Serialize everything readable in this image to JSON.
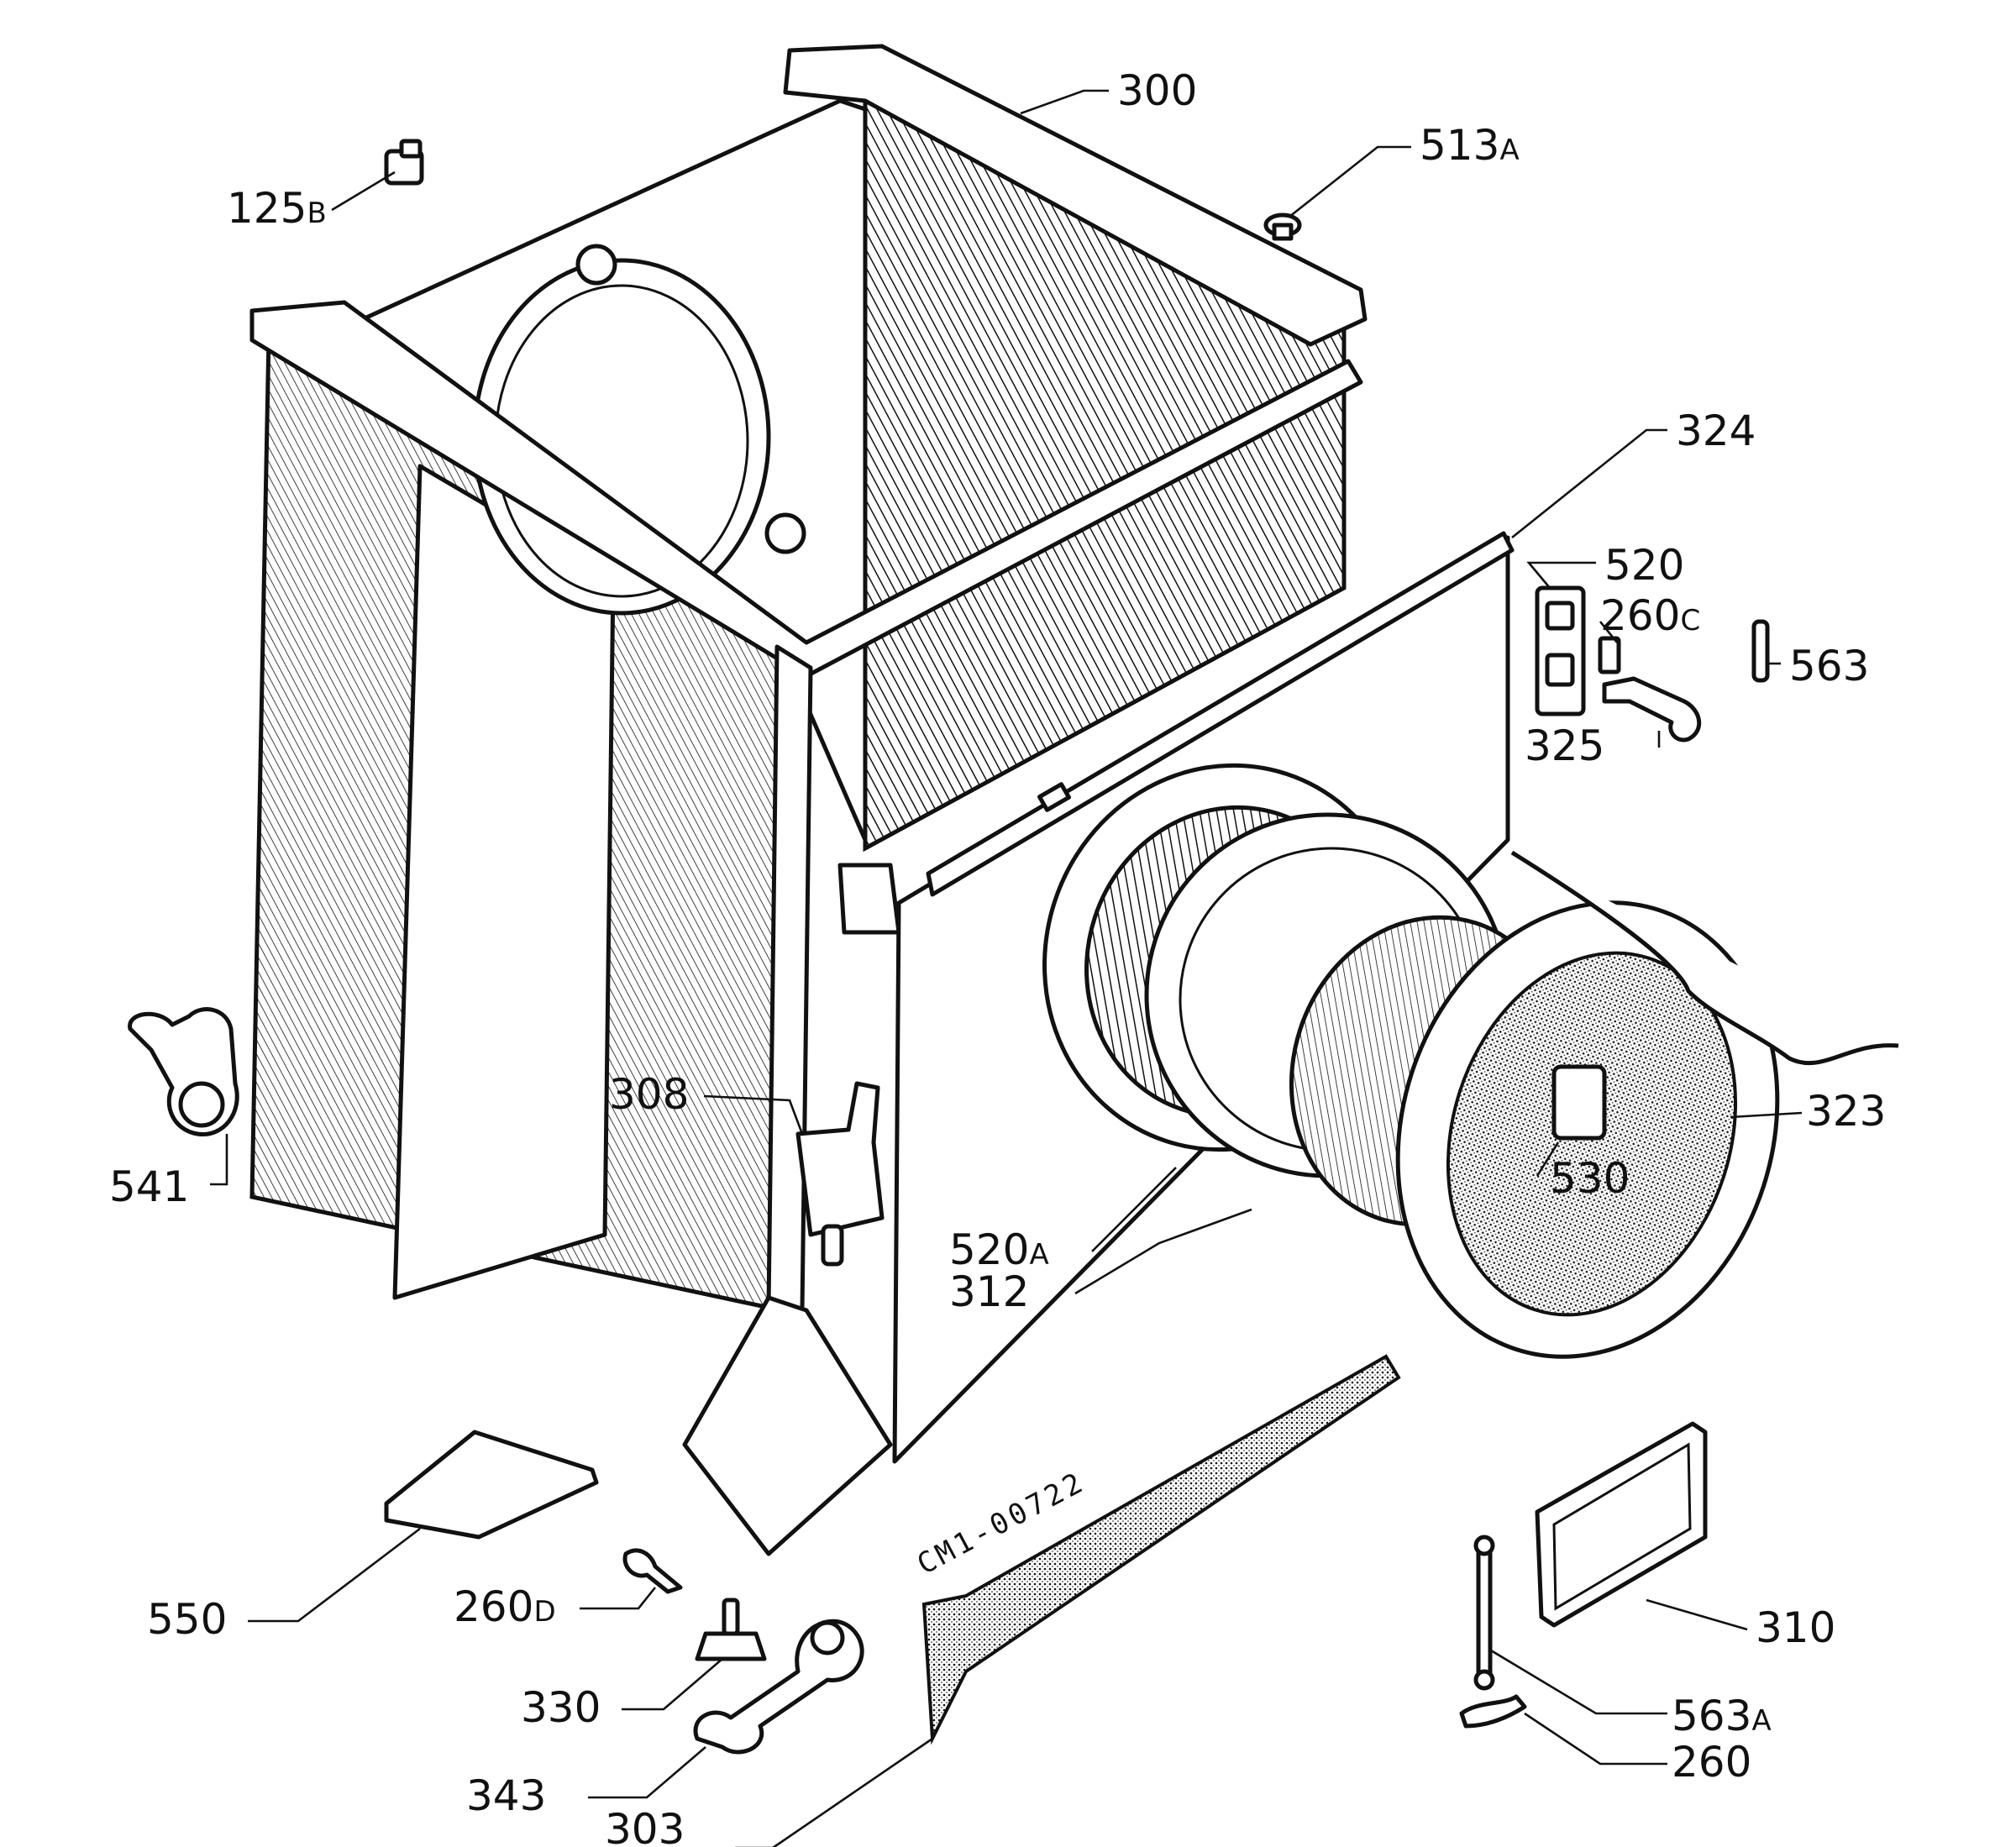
{
  "diagram": {
    "drawing_code": "CM1-00722",
    "callouts": [
      {
        "id": "c300",
        "num": "300",
        "suffix": ""
      },
      {
        "id": "c513A",
        "num": "513",
        "suffix": "A"
      },
      {
        "id": "c125B",
        "num": "125",
        "suffix": "B"
      },
      {
        "id": "c324",
        "num": "324",
        "suffix": ""
      },
      {
        "id": "c520",
        "num": "520",
        "suffix": ""
      },
      {
        "id": "c260C",
        "num": "260",
        "suffix": "C"
      },
      {
        "id": "c563",
        "num": "563",
        "suffix": ""
      },
      {
        "id": "c325",
        "num": "325",
        "suffix": ""
      },
      {
        "id": "c308",
        "num": "308",
        "suffix": ""
      },
      {
        "id": "c323",
        "num": "323",
        "suffix": ""
      },
      {
        "id": "c541",
        "num": "541",
        "suffix": ""
      },
      {
        "id": "c530",
        "num": "530",
        "suffix": ""
      },
      {
        "id": "c520A",
        "num": "520",
        "suffix": "A"
      },
      {
        "id": "c312",
        "num": "312",
        "suffix": ""
      },
      {
        "id": "c550",
        "num": "550",
        "suffix": ""
      },
      {
        "id": "c260D",
        "num": "260",
        "suffix": "D"
      },
      {
        "id": "c330",
        "num": "330",
        "suffix": ""
      },
      {
        "id": "c310",
        "num": "310",
        "suffix": ""
      },
      {
        "id": "c563A",
        "num": "563",
        "suffix": "A"
      },
      {
        "id": "c343",
        "num": "343",
        "suffix": ""
      },
      {
        "id": "c260",
        "num": "260",
        "suffix": ""
      },
      {
        "id": "c303",
        "num": "303",
        "suffix": ""
      }
    ]
  }
}
